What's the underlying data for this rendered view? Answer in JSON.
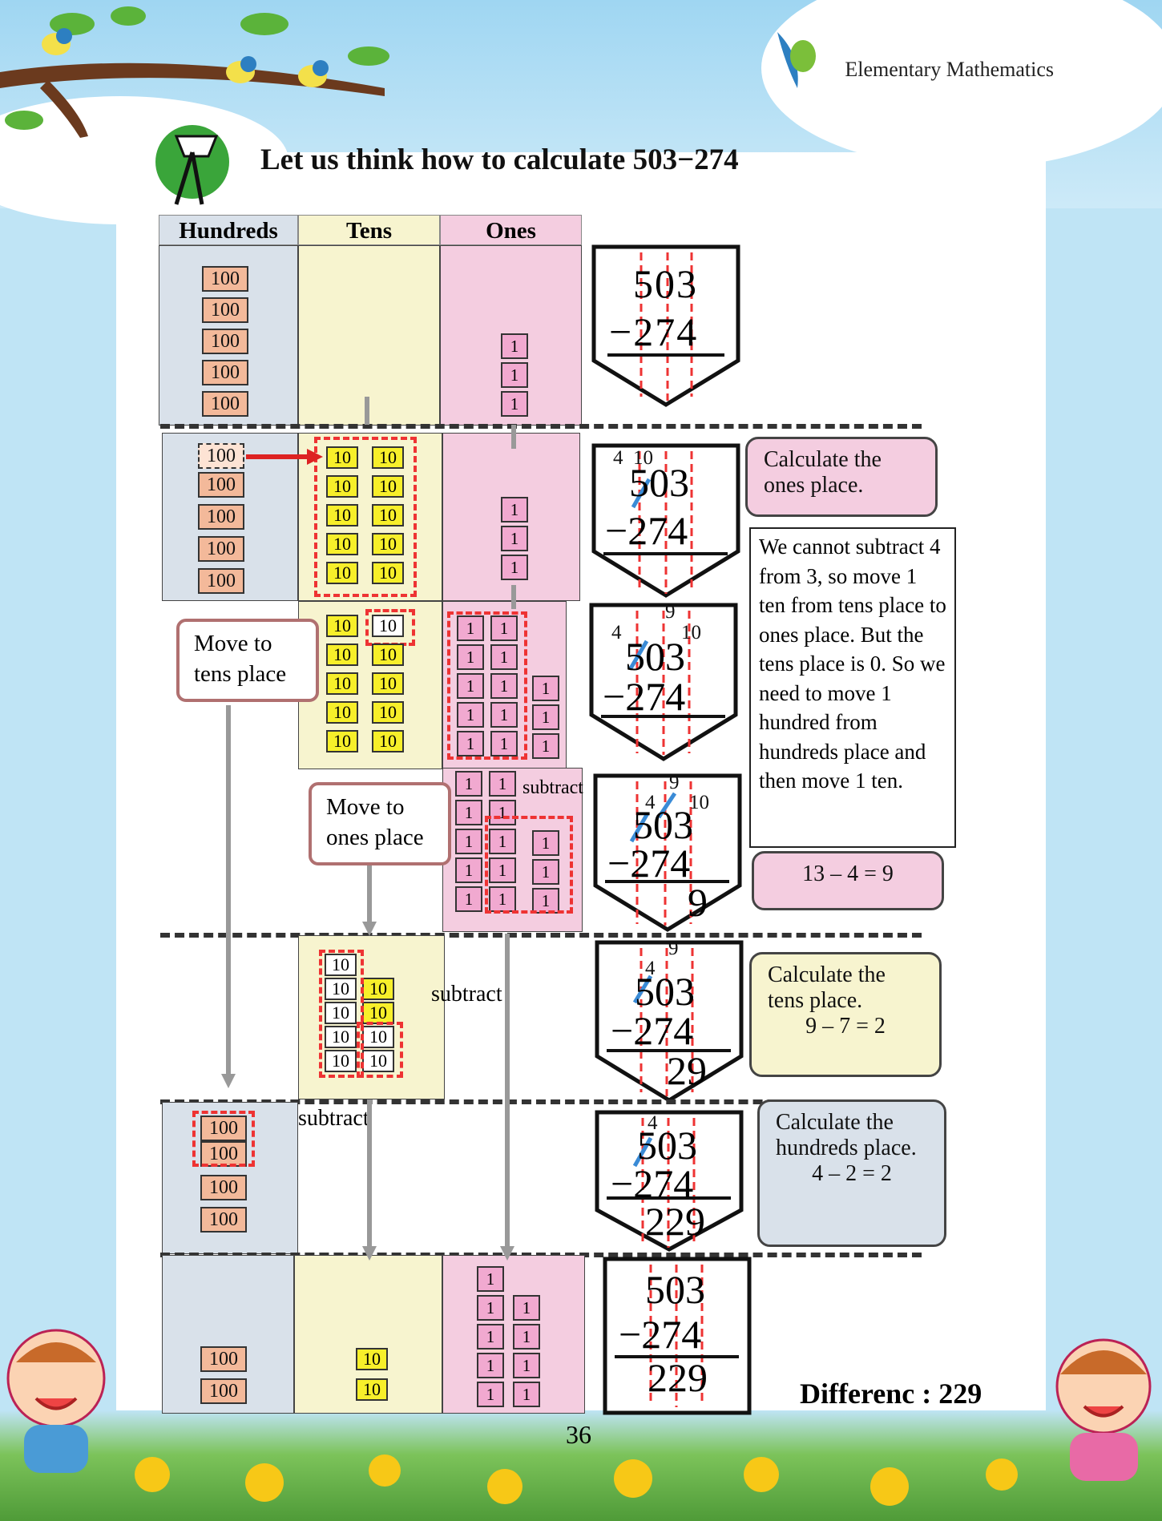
{
  "header": {
    "title": "Elementary Mathematics"
  },
  "page_title": "Let us think how to calculate 503−274",
  "columns": {
    "hundreds": "Hundreds",
    "tens": "Tens",
    "ones": "Ones"
  },
  "blocks": {
    "hundred": "100",
    "ten": "10",
    "one": "1"
  },
  "labels": {
    "move_tens": "Move to tens place",
    "move_ones": "Move to ones place",
    "subtract": "subtract"
  },
  "numbers": {
    "top": "503",
    "bottom": "−274",
    "carry4": "4",
    "carry10": "10",
    "carry9": "9",
    "ans1": "9",
    "ans2": "29",
    "ans3": "229"
  },
  "notes": {
    "ones_title": "Calculate the ones place.",
    "explain": "We cannot subtract 4 from 3, so move 1 ten from tens place to ones place. But the tens place is 0. So we need to move 1 hundred from hundreds place and then move 1 ten.",
    "ones_eq": "13 – 4 = 9",
    "tens_title": "Calculate the tens place.",
    "tens_eq": "9 – 7 = 2",
    "hund_title": "Calculate the hundreds place.",
    "hund_eq": "4 – 2 = 2"
  },
  "result": "Differenc : 229",
  "page_number": "36"
}
